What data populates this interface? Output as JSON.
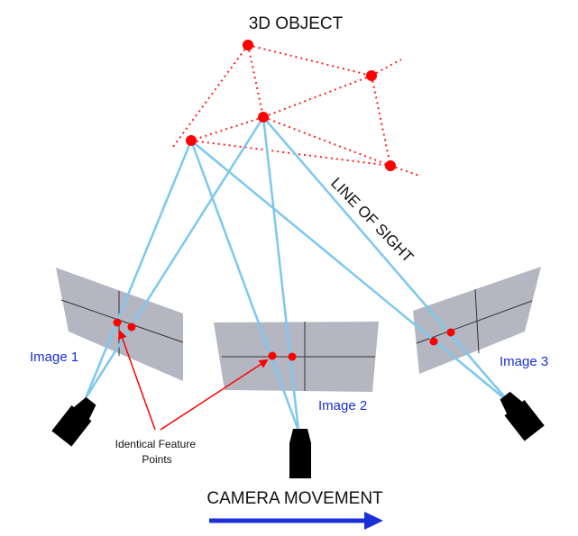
{
  "title": "3D OBJECT",
  "line_of_sight_label": "LINE OF SIGHT",
  "images": [
    {
      "label": "Image 1"
    },
    {
      "label": "Image 2"
    },
    {
      "label": "Image 3"
    }
  ],
  "feature_points_label": [
    "Identical Feature",
    "Points"
  ],
  "camera_movement_label": "CAMERA MOVEMENT",
  "colors": {
    "point": "#ff0000",
    "sight_line": "#7cc8f0",
    "image_plane": "#b4b6c2",
    "image_label": "#1a2fd6",
    "arrow": "#1a2fd6",
    "camera": "#000000"
  }
}
